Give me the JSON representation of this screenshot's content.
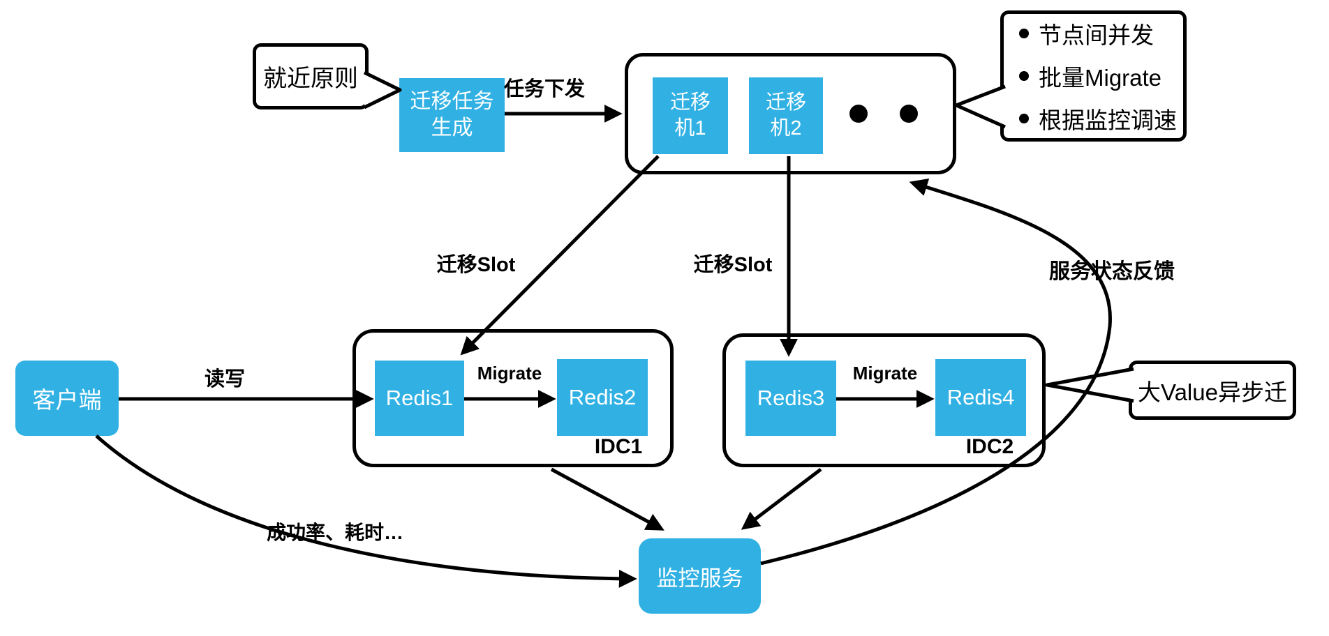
{
  "diagram": {
    "colors": {
      "node_blue": "#31B1E3",
      "line_black": "#000000",
      "text_white": "#FFFFFF"
    },
    "callouts": {
      "nearest_principle": "就近原则",
      "bullets": [
        "节点间并发",
        "批量Migrate",
        "根据监控调速"
      ],
      "big_value": "大Value异步迁"
    },
    "nodes": {
      "task_gen": {
        "lines": [
          "迁移任务",
          "生成"
        ]
      },
      "migrator1": {
        "lines": [
          "迁移",
          "机1"
        ]
      },
      "migrator2": {
        "lines": [
          "迁移",
          "机2"
        ]
      },
      "redis1": "Redis1",
      "redis2": "Redis2",
      "redis3": "Redis3",
      "redis4": "Redis4",
      "client": "客户端",
      "monitor": "监控服务"
    },
    "groups": {
      "idc1": "IDC1",
      "idc2": "IDC2"
    },
    "edge_labels": {
      "task_dispatch": "任务下发",
      "migrate_slot": "迁移Slot",
      "migrate": "Migrate",
      "read_write": "读写",
      "feedback": "服务状态反馈",
      "stats": "成功率、耗时…"
    },
    "icons": {
      "migrator_more": "two-dots-ellipsis",
      "bullet": "disc-bullet"
    }
  }
}
